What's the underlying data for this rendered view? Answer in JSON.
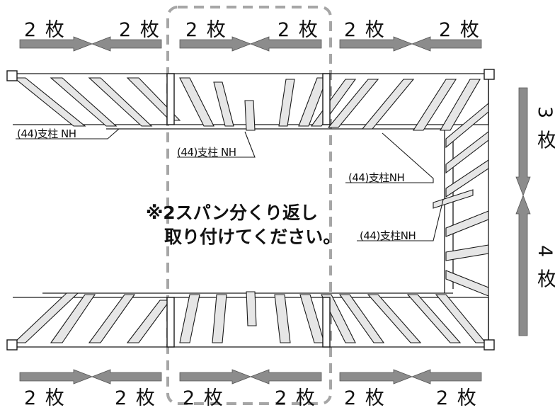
{
  "top_counts": [
    "2 枚",
    "2 枚",
    "2 枚",
    "2 枚",
    "2 枚",
    "2 枚"
  ],
  "bottom_counts": [
    "2 枚",
    "2 枚",
    "2 枚",
    "2 枚",
    "2 枚",
    "2 枚"
  ],
  "right_counts": [
    "3 枚",
    "4 枚"
  ],
  "post_labels": [
    "(44)支柱 NH",
    "(44)支柱 NH",
    "(44)支柱NH",
    "(44)支柱NH"
  ],
  "note": {
    "line1": "※2スパン分くり返し",
    "line2": "取り付けてください。"
  },
  "colors": {
    "arrow": "#8c8c8c",
    "dashed_box": "#a6a6a6",
    "line": "#1a1a1a",
    "panel_shade": "#e6e6e6"
  }
}
